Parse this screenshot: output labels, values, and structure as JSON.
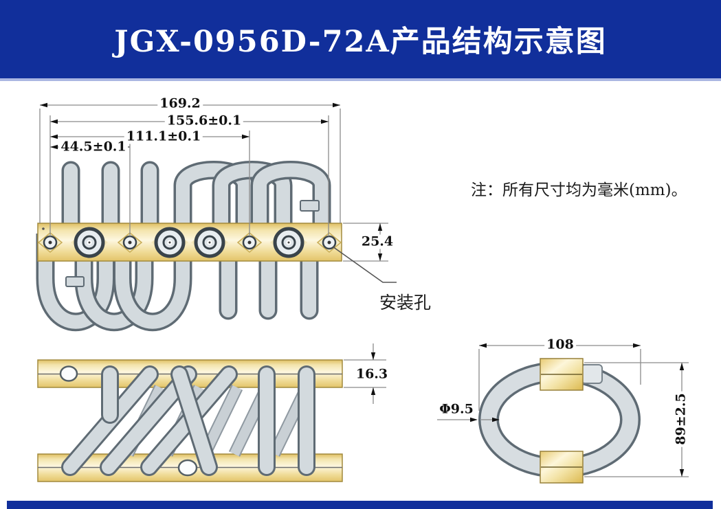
{
  "title": "JGX-0956D-72A产品结构示意图",
  "note": "注：所有尺寸均为毫米(mm)。",
  "labels": {
    "mounting_hole": "安装孔"
  },
  "dimensions": {
    "top_view": {
      "overall_length": "169.2",
      "hole_span": "155.6±0.1",
      "mid_span": "111.1±0.1",
      "short_span": "44.5±0.1",
      "bar_width": "25.4"
    },
    "side_view": {
      "bar_thickness": "16.3"
    },
    "end_view": {
      "ring_width": "108",
      "ring_height": "89±2.5",
      "cable_diameter": "Φ9.5"
    }
  },
  "colors": {
    "banner_blue": "#112f9b",
    "banner_underline": "#aab6e2",
    "title_text": "#ffffff",
    "gold_plate": "#f0dc98",
    "cable_gray": "#d3dade",
    "cable_outline": "#5f6b74",
    "dimension_line": "#8a8a8a",
    "dimension_text": "#111111"
  }
}
